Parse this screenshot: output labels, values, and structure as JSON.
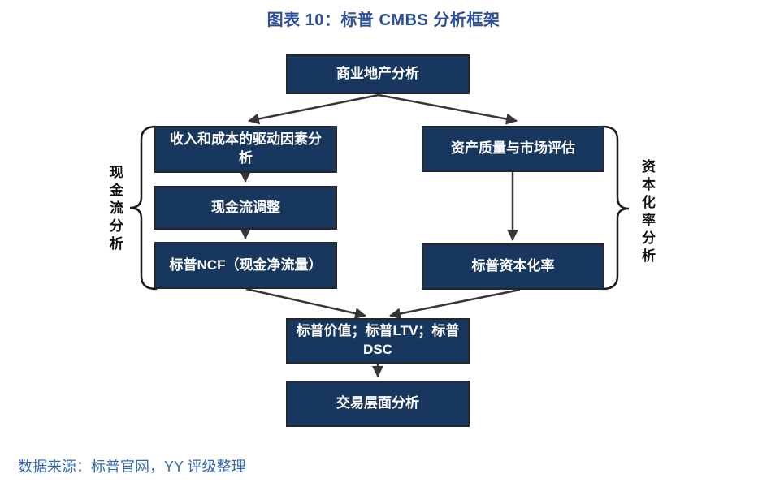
{
  "title": "图表 10：标普 CMBS 分析框架",
  "source": "数据来源：标普官网，YY 评级整理",
  "side_labels": {
    "left": "现金流分析",
    "right": "资本化率分析"
  },
  "nodes": {
    "top": "商业地产分析",
    "left1": "收入和成本的驱动因素分析",
    "left2": "现金流调整",
    "left3": "标普NCF（现金净流量）",
    "right1": "资产质量与市场评估",
    "right2": "标普资本化率",
    "value": "标普价值；标普LTV；标普DSC",
    "bottom": "交易层面分析"
  },
  "colors": {
    "box_fill": "#17375E",
    "box_border": "#262626",
    "box_text": "#FFFFFF",
    "title_blue": "#2C4F9C",
    "source_blue": "#3465AE",
    "arrow": "#363636",
    "brace": "#1A1A1A"
  }
}
